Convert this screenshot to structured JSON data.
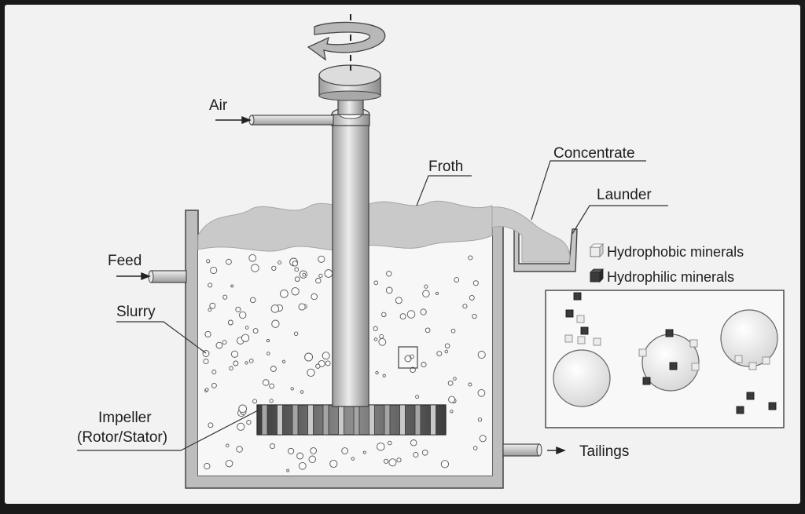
{
  "labels": {
    "air": "Air",
    "feed": "Feed",
    "slurry": "Slurry",
    "impeller_line1": "Impeller",
    "impeller_line2": "(Rotor/Stator)",
    "froth": "Froth",
    "concentrate": "Concentrate",
    "launder": "Launder",
    "tailings": "Tailings"
  },
  "legend": {
    "hydrophobic": "Hydrophobic minerals",
    "hydrophilic": "Hydrophilic minerals"
  },
  "colors": {
    "background": "#f2f2f2",
    "tank_wall": "#b9b9b9",
    "shaft": "#d0d0d0",
    "froth": "#c9c9c9",
    "impeller_dark": "#4a4a4a",
    "hydrophobic_particle": "#e6e6e6",
    "hydrophilic_particle": "#3a3a3a",
    "line": "#333333"
  },
  "icons": {
    "rotation": "curved-rotation-arrow",
    "flow": "straight-arrow"
  }
}
